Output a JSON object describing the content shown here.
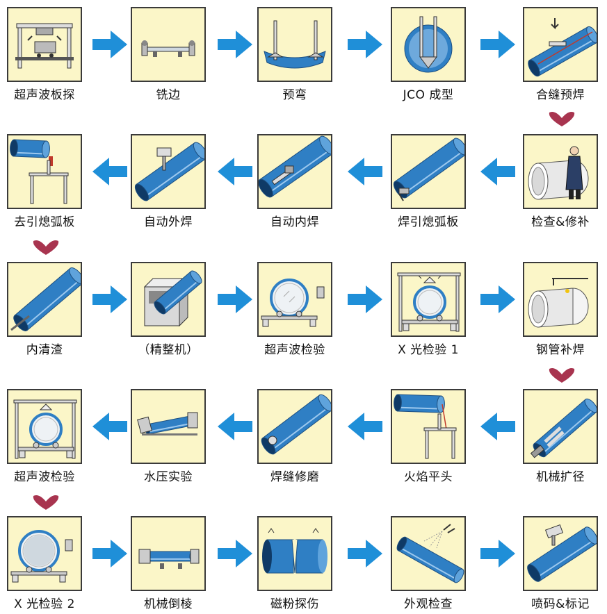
{
  "colors": {
    "tile": "#fbf6c8",
    "arrow": "#1f8fd8",
    "chevron": "#a8344f",
    "pipe": "#2f7fc4"
  },
  "rows": [
    {
      "direction": "right",
      "steps": [
        {
          "name": "超声波板探",
          "icon": "gantry-ultrasonic-icon"
        },
        {
          "name": "铣边",
          "icon": "edge-milling-icon"
        },
        {
          "name": "预弯",
          "icon": "pre-bend-icon"
        },
        {
          "name": "JCO 成型",
          "icon": "jco-forming-icon"
        },
        {
          "name": "合缝预焊",
          "icon": "pre-weld-icon"
        }
      ]
    },
    {
      "direction": "left",
      "steps": [
        {
          "name": "去引熄弧板",
          "icon": "remove-tab-icon"
        },
        {
          "name": "自动外焊",
          "icon": "outer-weld-icon"
        },
        {
          "name": "自动内焊",
          "icon": "inner-weld-icon"
        },
        {
          "name": "焊引熄弧板",
          "icon": "weld-tab-icon"
        },
        {
          "name": "检查&修补",
          "icon": "inspect-repair-icon"
        }
      ]
    },
    {
      "direction": "right",
      "steps": [
        {
          "name": "内清渣",
          "icon": "slag-clean-icon"
        },
        {
          "name": "（精整机）",
          "icon": "finishing-machine-icon"
        },
        {
          "name": "超声波检验",
          "icon": "ultrasonic-test-icon"
        },
        {
          "name": "X 光检验 1",
          "icon": "xray-test-icon"
        },
        {
          "name": "钢管补焊",
          "icon": "repair-weld-icon"
        }
      ]
    },
    {
      "direction": "left",
      "steps": [
        {
          "name": "超声波检验",
          "icon": "ultrasonic-frame-icon"
        },
        {
          "name": "水压实验",
          "icon": "hydro-test-icon"
        },
        {
          "name": "焊缝修磨",
          "icon": "grinding-icon"
        },
        {
          "name": "火焰平头",
          "icon": "flame-facing-icon"
        },
        {
          "name": "机械扩径",
          "icon": "expansion-icon"
        }
      ]
    },
    {
      "direction": "right",
      "steps": [
        {
          "name": "X 光检验 2",
          "icon": "xray-test-2-icon"
        },
        {
          "name": "机械倒棱",
          "icon": "bevel-icon"
        },
        {
          "name": "磁粉探伤",
          "icon": "magnetic-test-icon"
        },
        {
          "name": "外观检查",
          "icon": "visual-check-icon"
        },
        {
          "name": "喷码&标记",
          "icon": "marking-icon"
        }
      ]
    }
  ]
}
